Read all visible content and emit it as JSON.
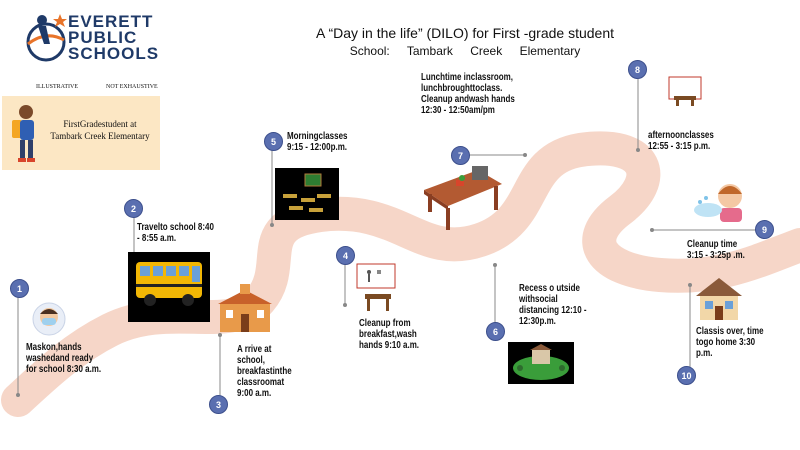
{
  "header": {
    "title_line1": "A “Day in the life” (DILO) for First -grade student",
    "title_line2": "School: Tambark Creek Elementary"
  },
  "logo": {
    "line1": "EVERETT",
    "line2": "PUBLIC",
    "line3": "SCHOOLS"
  },
  "tags": {
    "illustrative": "ILLUSTRATIVE",
    "not_exhaustive": "NOT EXHAUSTIVE"
  },
  "intro": {
    "text": "FirstGradestudent at Tambark Creek Elementary"
  },
  "steps": [
    {
      "num": "1",
      "text": "Maskon,hands washedand ready for school 8:30 a.m."
    },
    {
      "num": "2",
      "text": "Travelto school 8:40 - 8:55 a.m."
    },
    {
      "num": "3",
      "text": "A rrive at school, breakfastinthe classroomat 9:00 a.m."
    },
    {
      "num": "4",
      "text": "Cleanup from breakfast,wash hands 9:10 a.m."
    },
    {
      "num": "5",
      "text": "Morningclasses 9:15 - 12:00p.m."
    },
    {
      "num": "6",
      "text": "Recess o utside withsocial distancing 12:10 - 12:30p.m."
    },
    {
      "num": "7",
      "text": "Lunchtime inclassroom, lunchbroughttoclass. Cleanup andwash hands 12:30 - 12:50am/pm"
    },
    {
      "num": "8",
      "text": "afternoonclasses 12:55 - 3:15 p.m."
    },
    {
      "num": "9",
      "text": "Cleanup time 3:15 - 3:25p .m."
    },
    {
      "num": "10",
      "text": "Classis over, time togo home 3:30 p.m."
    }
  ],
  "colors": {
    "path": "#f6d6c8",
    "badge": "#5a6fb0",
    "logo_blue": "#1f3a68",
    "logo_orange": "#e8742a",
    "intro_bg": "#fce7c4"
  }
}
